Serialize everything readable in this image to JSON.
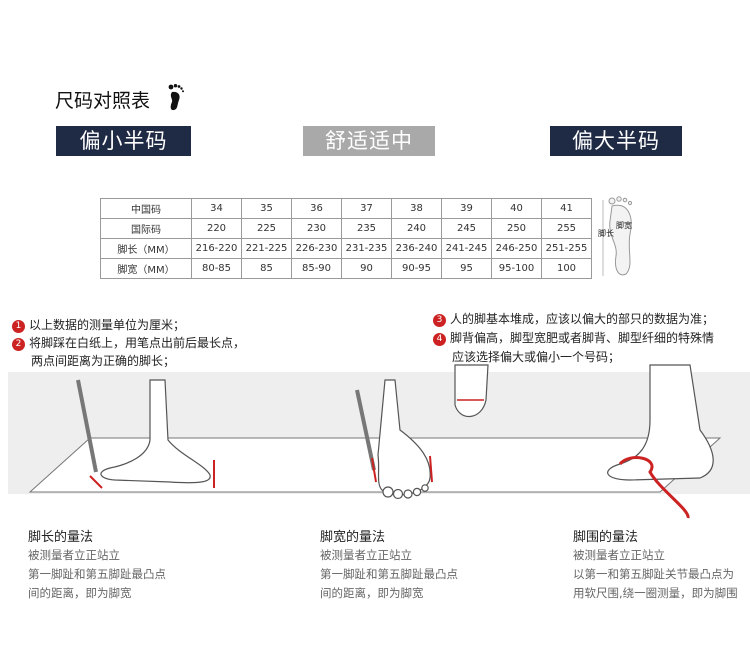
{
  "header": {
    "title": "尺码对照表"
  },
  "badges": {
    "small": "偏小半码",
    "comfort": "舒适适中",
    "big": "偏大半码"
  },
  "table": {
    "rows": [
      {
        "label": "中国码",
        "values": [
          "34",
          "35",
          "36",
          "37",
          "38",
          "39",
          "40",
          "41"
        ]
      },
      {
        "label": "国际码",
        "values": [
          "220",
          "225",
          "230",
          "235",
          "240",
          "245",
          "250",
          "255"
        ]
      },
      {
        "label": "脚长（MM）",
        "values": [
          "216-220",
          "221-225",
          "226-230",
          "231-235",
          "236-240",
          "241-245",
          "246-250",
          "251-255"
        ]
      },
      {
        "label": "脚宽（MM）",
        "values": [
          "80-85",
          "85",
          "85-90",
          "90",
          "90-95",
          "95",
          "95-100",
          "100"
        ]
      }
    ],
    "foot_labels": {
      "width": "脚宽",
      "length": "脚长"
    }
  },
  "notes_left": [
    {
      "num": "1",
      "text": "以上数据的测量单位为厘米；"
    },
    {
      "num": "2",
      "text": "将脚踩在白纸上，用笔点出前后最长点，"
    },
    {
      "num": "",
      "text": "两点间距离为正确的脚长；"
    }
  ],
  "notes_right": [
    {
      "num": "3",
      "text": "人的脚基本堆成，应该以偏大的部只的数据为准；"
    },
    {
      "num": "4",
      "text": "脚背偏高，脚型宽肥或者脚背、脚型纤细的特殊情"
    },
    {
      "num": "",
      "text": "应该选择偏大或偏小一个号码；"
    }
  ],
  "methods": [
    {
      "title": "脚长的量法",
      "lines": [
        "被测量者立正站立",
        "第一脚趾和第五脚趾最凸点",
        "间的距离，即为脚宽"
      ]
    },
    {
      "title": "脚宽的量法",
      "lines": [
        "被测量者立正站立",
        "第一脚趾和第五脚趾最凸点",
        "间的距离，即为脚宽"
      ]
    },
    {
      "title": "脚围的量法",
      "lines": [
        "被测量者立正站立",
        "以第一和第五脚趾关节最凸点为",
        "用软尺围,绕一圈测量，即为脚围"
      ]
    }
  ],
  "colors": {
    "navy": "#1f2a44",
    "gray_badge": "#a9a9a9",
    "red": "#c22222"
  }
}
